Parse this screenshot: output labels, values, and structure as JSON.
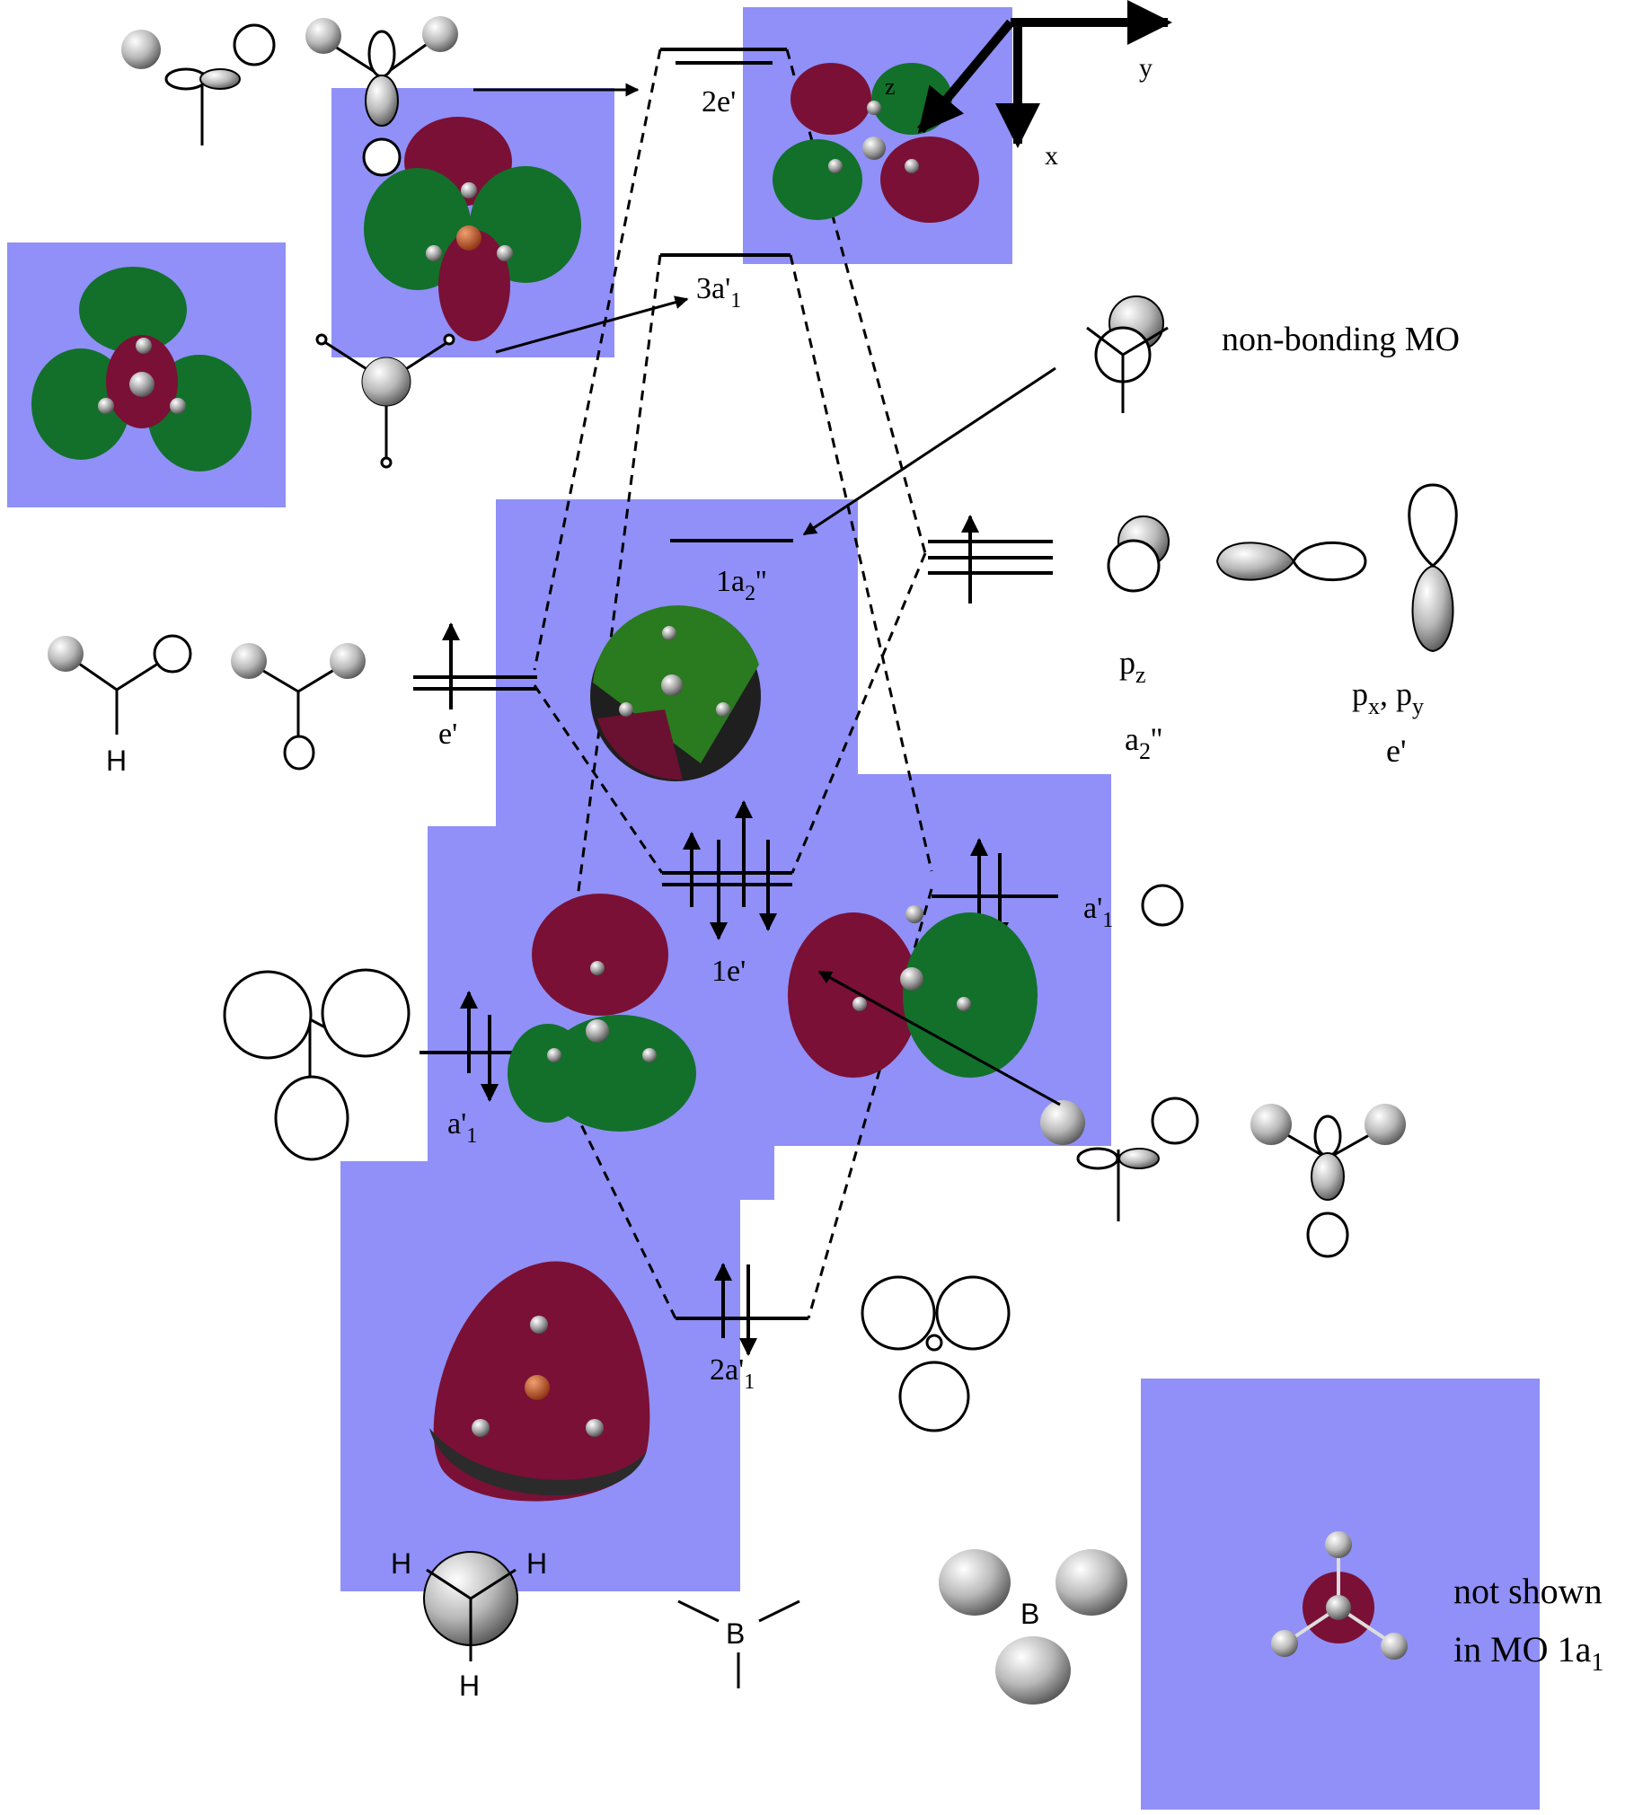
{
  "labels": {
    "lvl_2e": "2e'",
    "lvl_3a1": "3a'",
    "lvl_3a1_sub": "1",
    "lvl_1a2": "1a",
    "lvl_1a2_sub": "2",
    "lvl_1a2_sup": "''",
    "lvl_1e": "1e'",
    "lvl_2a1": "2a'",
    "lvl_2a1_sub": "1",
    "left_e": "e'",
    "left_a1": "a'",
    "left_a1_sub": "1",
    "right_a1": "a'",
    "right_a1_sub": "1",
    "nonbonding": "non-bonding MO",
    "pz": "p",
    "pz_sub": "z",
    "a2": "a",
    "a2_sub": "2",
    "a2_sup": "''",
    "pxpy_a": "p",
    "pxpy_a_sub": "x",
    "pxpy_sep": ", p",
    "pxpy_b_sub": "y",
    "e_prime": "e'",
    "axis_x": "x",
    "axis_y": "y",
    "axis_z": "z",
    "atom_H": "H",
    "atom_B": "B",
    "note_line1": "not shown",
    "note_line2": "in MO 1a",
    "note_sub": "1"
  },
  "colors": {
    "panel": "#9090f8",
    "lobe_red": "#7a1035",
    "lobe_green": "#12702a",
    "lobe_dark": "#2b2b2b",
    "atom_grey": "#cfcfcf",
    "atom_boron": "#c0582a"
  },
  "electron_counts": {
    "lvl_1e": 4,
    "lvl_2a1": 2,
    "left_e": 1,
    "left_a1": 2,
    "right_a1": 2,
    "right_p": 1
  }
}
